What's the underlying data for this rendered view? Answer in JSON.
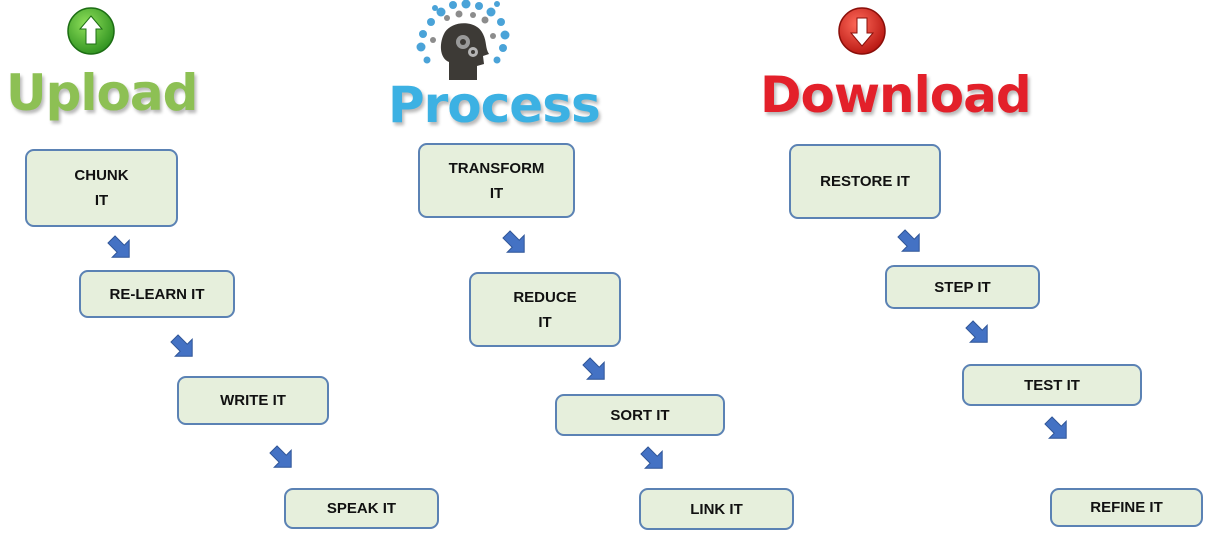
{
  "colors": {
    "upload": "#8dc054",
    "process": "#3cb1e3",
    "download": "#e3202a",
    "box_fill": "#e6efdc",
    "box_border": "#5b82b4",
    "arrow": "#4472c4"
  },
  "columns": {
    "upload": {
      "title": "Upload",
      "icon": "up-arrow-circle-icon",
      "steps": [
        "CHUNK\nIT",
        "RE-LEARN IT",
        "WRITE IT",
        "SPEAK IT"
      ]
    },
    "process": {
      "title": "Process",
      "icon": "head-gears-icon",
      "steps": [
        "TRANSFORM\nIT",
        "REDUCE\nIT",
        "SORT IT",
        "LINK IT"
      ]
    },
    "download": {
      "title": "Download",
      "icon": "down-arrow-circle-icon",
      "steps": [
        "RESTORE IT",
        "STEP IT",
        "TEST IT",
        "REFINE IT"
      ]
    }
  }
}
